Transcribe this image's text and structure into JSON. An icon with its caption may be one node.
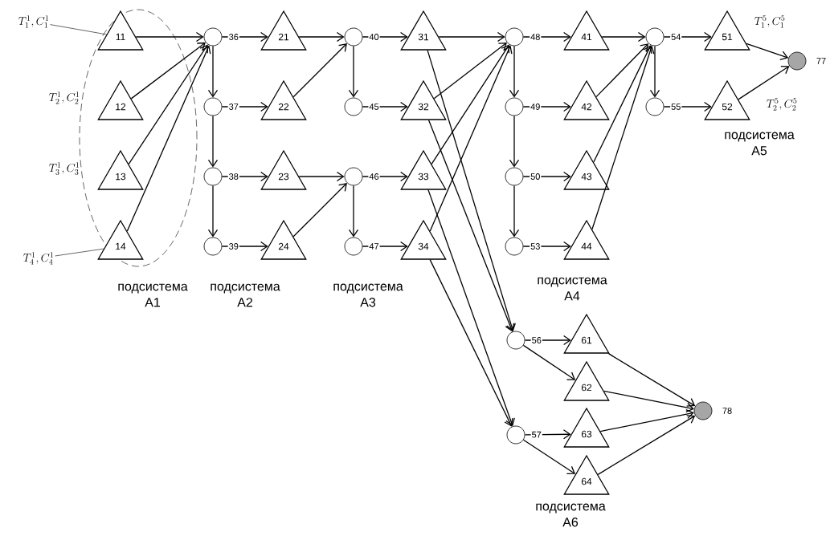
{
  "diagram": {
    "nodes": [
      {
        "text": [
          "11"
        ]
      },
      {
        "text": [
          "12"
        ]
      },
      {
        "text": [
          "13"
        ]
      },
      {
        "text": [
          "14"
        ]
      },
      {
        "text": [],
        "shape": "circle"
      },
      {
        "text": [],
        "shape": "circle"
      },
      {
        "text": [],
        "shape": "circle"
      },
      {
        "text": [],
        "shape": "circle"
      },
      {
        "text": [
          "21"
        ]
      },
      {
        "text": [
          "22"
        ]
      },
      {
        "text": [
          "23"
        ]
      },
      {
        "text": [
          "24"
        ]
      },
      {
        "text": [],
        "shape": "circle"
      },
      {
        "text": [],
        "shape": "circle"
      },
      {
        "text": [],
        "shape": "circle"
      },
      {
        "text": [],
        "shape": "circle"
      },
      {
        "text": [
          "31"
        ]
      },
      {
        "text": [
          "32"
        ]
      },
      {
        "text": [
          "33"
        ]
      },
      {
        "text": [
          "34"
        ]
      },
      {
        "text": [],
        "shape": "circle"
      },
      {
        "text": [],
        "shape": "circle"
      },
      {
        "text": [],
        "shape": "circle"
      },
      {
        "text": [],
        "shape": "circle"
      },
      {
        "text": [
          "41"
        ]
      },
      {
        "text": [
          "42"
        ]
      },
      {
        "text": [
          "43"
        ]
      },
      {
        "text": [
          "44"
        ]
      },
      {
        "text": [],
        "shape": "circle"
      },
      {
        "text": [],
        "shape": "circle"
      },
      {
        "text": [
          "51"
        ]
      },
      {
        "text": [
          "52"
        ]
      },
      {
        "text": [],
        "shape": "circle",
        "beside": [
          "77"
        ]
      },
      {
        "text": [],
        "shape": "circle"
      },
      {
        "text": [],
        "shape": "circle"
      },
      {
        "text": [
          "61"
        ]
      },
      {
        "text": [
          "62"
        ]
      },
      {
        "text": [
          "63"
        ]
      },
      {
        "text": [
          "64"
        ]
      },
      {
        "text": [],
        "shape": "circle",
        "beside": [
          "78"
        ]
      },
      {
        "text": [
          "T_1^1,C_1^1"
        ]
      },
      {
        "text": [
          "T_4^1,C_4^1"
        ]
      }
    ],
    "edges": [
      {
        "from": 0,
        "to": 4,
        "arrow": "to"
      },
      {
        "from": 1,
        "to": 4,
        "arrow": "to"
      },
      {
        "from": 2,
        "to": 4,
        "arrow": "to"
      },
      {
        "from": 3,
        "to": 4,
        "arrow": "to"
      },
      {
        "from": 4,
        "to": 5,
        "arrow": "to"
      },
      {
        "from": 5,
        "to": 6,
        "arrow": "to"
      },
      {
        "from": 6,
        "to": 7,
        "arrow": "to"
      },
      {
        "from": 4,
        "to": 8,
        "arrow": "to",
        "label": "36"
      },
      {
        "from": 5,
        "to": 9,
        "arrow": "to",
        "label": "37"
      },
      {
        "from": 6,
        "to": 10,
        "arrow": "to",
        "label": "38"
      },
      {
        "from": 7,
        "to": 11,
        "arrow": "to",
        "label": "39"
      },
      {
        "from": 8,
        "to": 12,
        "arrow": "to"
      },
      {
        "from": 9,
        "to": 12,
        "arrow": "to"
      },
      {
        "from": 10,
        "to": 14,
        "arrow": "to"
      },
      {
        "from": 11,
        "to": 14,
        "arrow": "to"
      },
      {
        "from": 12,
        "to": 13,
        "arrow": "to"
      },
      {
        "from": 14,
        "to": 15,
        "arrow": "to"
      },
      {
        "from": 12,
        "to": 16,
        "arrow": "to",
        "label": "40"
      },
      {
        "from": 13,
        "to": 17,
        "arrow": "to",
        "label": "45"
      },
      {
        "from": 14,
        "to": 18,
        "arrow": "to",
        "label": "46"
      },
      {
        "from": 15,
        "to": 19,
        "arrow": "to",
        "label": "47"
      },
      {
        "from": 16,
        "to": 20,
        "arrow": "to"
      },
      {
        "from": 17,
        "to": 20,
        "arrow": "to"
      },
      {
        "from": 18,
        "to": 20,
        "arrow": "to"
      },
      {
        "from": 19,
        "to": 20,
        "arrow": "to"
      },
      {
        "from": 16,
        "to": 33,
        "arrow": "to"
      },
      {
        "from": 17,
        "to": 33,
        "arrow": "to"
      },
      {
        "from": 18,
        "to": 34,
        "arrow": "to"
      },
      {
        "from": 19,
        "to": 34,
        "arrow": "to"
      },
      {
        "from": 20,
        "to": 21,
        "arrow": "to"
      },
      {
        "from": 21,
        "to": 22,
        "arrow": "to"
      },
      {
        "from": 22,
        "to": 23,
        "arrow": "to"
      },
      {
        "from": 20,
        "to": 24,
        "arrow": "to",
        "label": "48"
      },
      {
        "from": 21,
        "to": 25,
        "arrow": "to",
        "label": "49"
      },
      {
        "from": 22,
        "to": 26,
        "arrow": "to",
        "label": "50"
      },
      {
        "from": 23,
        "to": 27,
        "arrow": "to",
        "label": "53"
      },
      {
        "from": 24,
        "to": 28,
        "arrow": "to"
      },
      {
        "from": 25,
        "to": 28,
        "arrow": "to"
      },
      {
        "from": 26,
        "to": 28,
        "arrow": "to"
      },
      {
        "from": 27,
        "to": 28,
        "arrow": "to"
      },
      {
        "from": 28,
        "to": 29,
        "arrow": "to"
      },
      {
        "from": 28,
        "to": 30,
        "arrow": "to",
        "label": "54"
      },
      {
        "from": 29,
        "to": 31,
        "arrow": "to",
        "label": "55"
      },
      {
        "from": 30,
        "to": 32,
        "arrow": "to"
      },
      {
        "from": 31,
        "to": 32,
        "arrow": "to"
      },
      {
        "from": 33,
        "to": 35,
        "arrow": "to",
        "label": "56"
      },
      {
        "from": 33,
        "to": 36,
        "arrow": "to"
      },
      {
        "from": 34,
        "to": 37,
        "arrow": "to",
        "label": "57"
      },
      {
        "from": 34,
        "to": 38,
        "arrow": "to"
      },
      {
        "from": 35,
        "to": 39,
        "arrow": "to"
      },
      {
        "from": 36,
        "to": 39,
        "arrow": "to"
      },
      {
        "from": 37,
        "to": 39,
        "arrow": "to"
      },
      {
        "from": 38,
        "to": 39,
        "arrow": "to"
      },
      {
        "from": 40,
        "to": 0,
        "arrow": "none"
      },
      {
        "from": 41,
        "to": 3,
        "arrow": "none"
      }
    ],
    "labels": [
      "T_1^5,C_1^5",
      "T_2^1,C_2^1",
      "T_2^5,C_2^5",
      "подсистема A5",
      "T_3^1,C_3^1",
      "подсистема A4",
      "подсистема A1",
      "подсистема A2",
      "подсистема A3",
      "подсистема A6"
    ]
  }
}
